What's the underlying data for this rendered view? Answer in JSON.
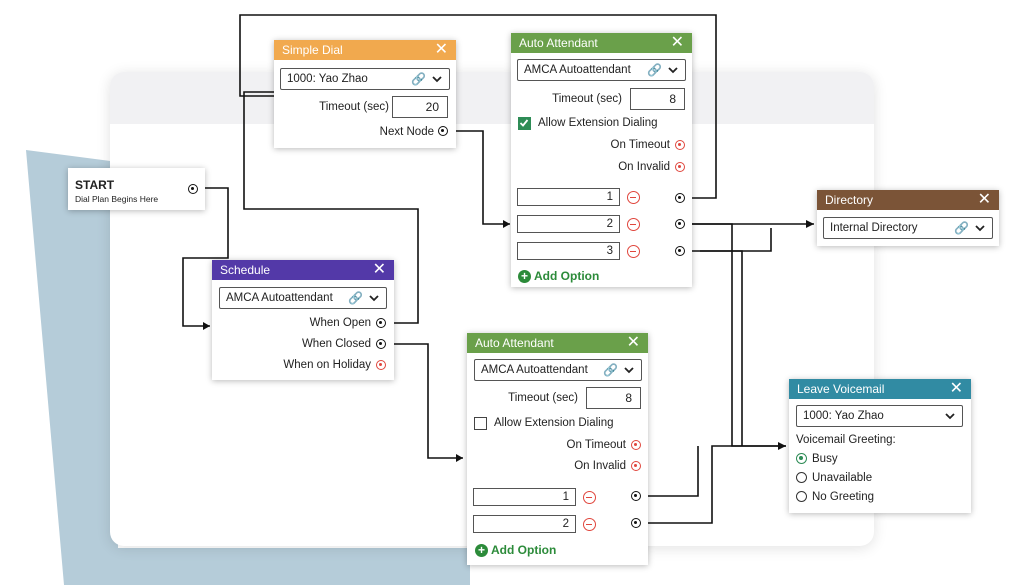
{
  "colors": {
    "simple_dial": "#f1a94e",
    "auto_attendant": "#6aa04a",
    "schedule": "#5339a8",
    "directory": "#7b5437",
    "voicemail": "#318ba3",
    "backdrop": "#b5ccd9",
    "danger": "#e0463d",
    "add": "#2c8b3a"
  },
  "start": {
    "title": "START",
    "subtitle": "Dial Plan Begins Here"
  },
  "simple_dial": {
    "title": "Simple Dial",
    "close": "✕",
    "selected": "1000: Yao Zhao",
    "timeout_label": "Timeout (sec)",
    "timeout_value": "20",
    "next_node_label": "Next Node"
  },
  "auto_attendant_1": {
    "title": "Auto Attendant",
    "close": "✕",
    "selected": "AMCA Autoattendant",
    "timeout_label": "Timeout (sec)",
    "timeout_value": "8",
    "allow_ext_label": "Allow Extension Dialing",
    "allow_ext_checked": true,
    "on_timeout": "On Timeout",
    "on_invalid": "On Invalid",
    "options": [
      "1",
      "2",
      "3"
    ],
    "add_option": "Add Option"
  },
  "schedule": {
    "title": "Schedule",
    "close": "✕",
    "selected": "AMCA Autoattendant",
    "when_open": "When Open",
    "when_closed": "When Closed",
    "when_holiday": "When on Holiday"
  },
  "auto_attendant_2": {
    "title": "Auto Attendant",
    "close": "✕",
    "selected": "AMCA Autoattendant",
    "timeout_label": "Timeout (sec)",
    "timeout_value": "8",
    "allow_ext_label": "Allow Extension Dialing",
    "allow_ext_checked": false,
    "on_timeout": "On Timeout",
    "on_invalid": "On Invalid",
    "options": [
      "1",
      "2"
    ],
    "add_option": "Add Option"
  },
  "directory": {
    "title": "Directory",
    "close": "✕",
    "selected": "Internal Directory"
  },
  "voicemail": {
    "title": "Leave Voicemail",
    "close": "✕",
    "selected": "1000: Yao Zhao",
    "greeting_label": "Voicemail Greeting:",
    "greetings": [
      "Busy",
      "Unavailable",
      "No Greeting"
    ],
    "greeting_selected": "Busy"
  }
}
